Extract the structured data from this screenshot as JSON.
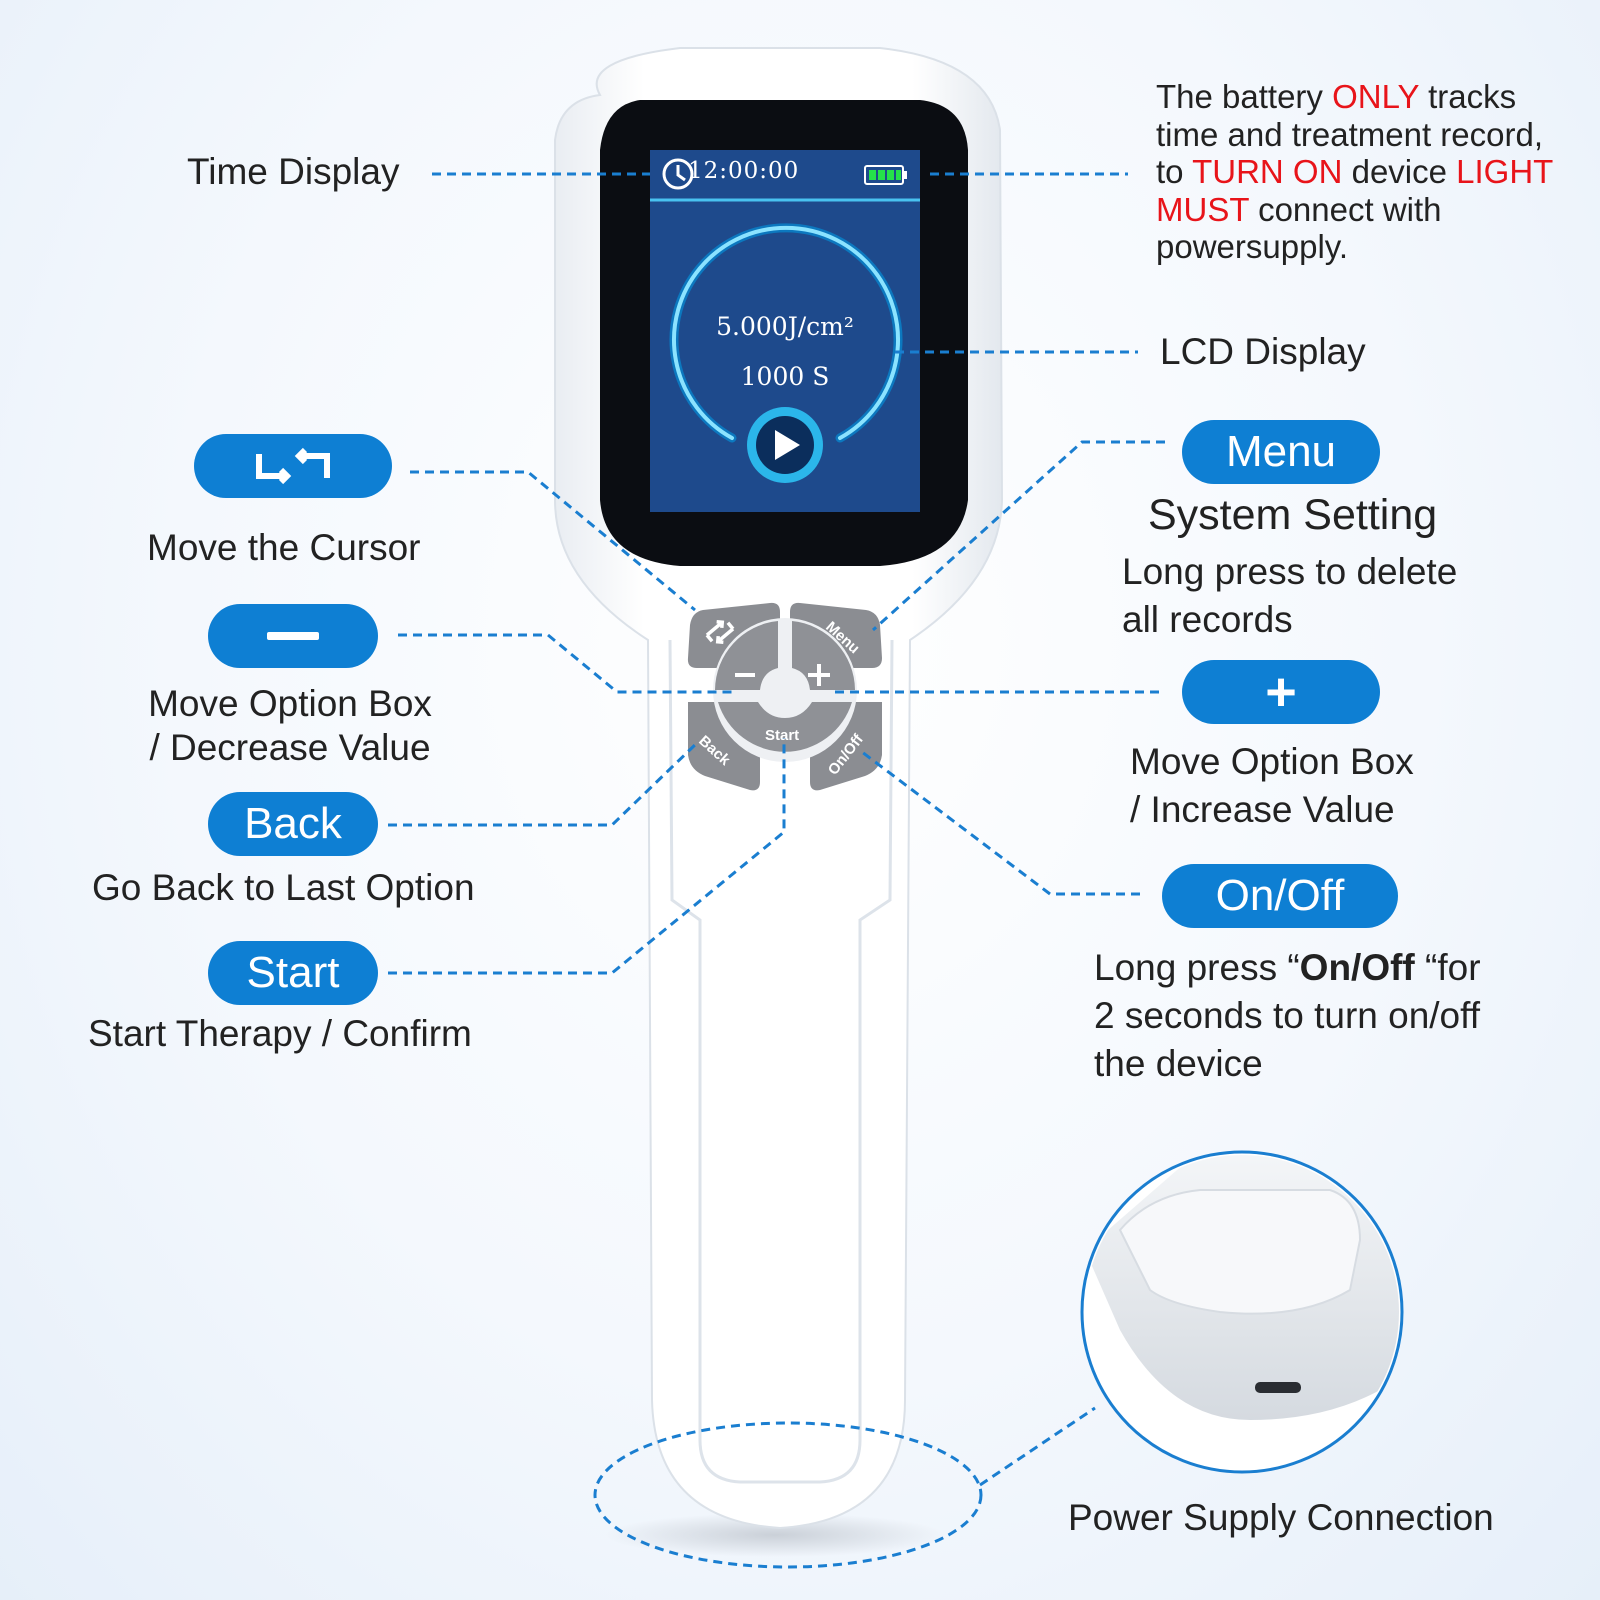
{
  "screen": {
    "time": "12:00:00",
    "dose": "5.000J/cm²",
    "duration": "1000 S"
  },
  "device_buttons": {
    "menu": "Menu",
    "back": "Back",
    "start": "Start",
    "onoff": "On/Off",
    "minus": "−",
    "plus": "+"
  },
  "callouts": {
    "time_display": "Time Display",
    "battery_note": {
      "p1": "The battery ",
      "only": "ONLY",
      "p2": " tracks",
      "line2": "time and treatment record,",
      "p3": "to ",
      "turn_on": "TURN ON",
      "p4": " device ",
      "light": "LIGHT",
      "must": "MUST",
      "p5": " connect with",
      "line5": "powersupply."
    },
    "lcd_display": "LCD Display",
    "cursor_desc": "Move the Cursor",
    "minus_desc_1": "Move Option Box",
    "minus_desc_2": "/ Decrease Value",
    "back_pill": "Back",
    "back_desc": "Go Back to Last Option",
    "start_pill": "Start",
    "start_desc": "Start Therapy / Confirm",
    "menu_pill": "Menu",
    "menu_title": "System Setting",
    "menu_desc_1": "Long press to delete",
    "menu_desc_2": "all records",
    "plus_pill": "+",
    "plus_desc_1": "Move Option Box",
    "plus_desc_2": "/ Increase Value",
    "onoff_pill": "On/Off",
    "onoff_desc": {
      "p1": "Long press “",
      "bold": "On/Off",
      "p2": " “for",
      "line2": "2 seconds to turn on/off",
      "line3": "the device"
    },
    "power_label": "Power Supply Connection"
  },
  "colors": {
    "accent": "#0e7fd3",
    "warning": "#e8141a",
    "screen_bg": "#1e4a8c",
    "ring": "#3ec4f2"
  }
}
